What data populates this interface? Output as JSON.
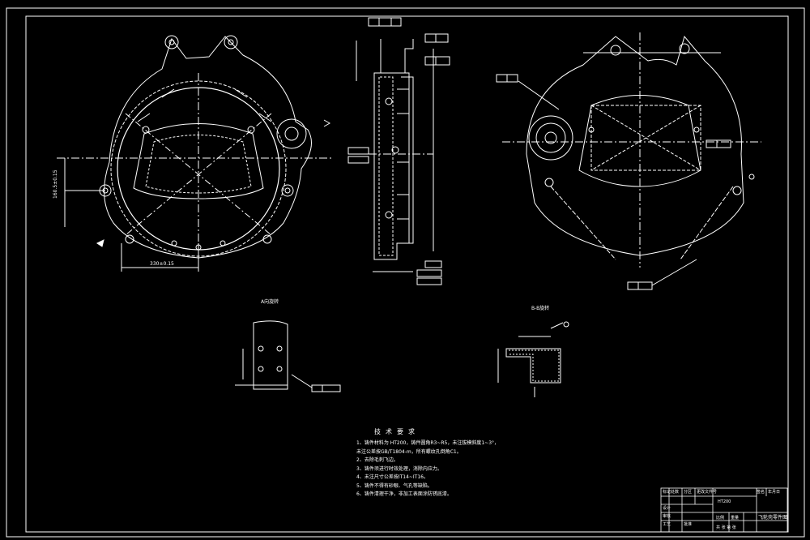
{
  "views": {
    "detail_a_title": "A向旋转",
    "detail_b_title": "B-B旋转",
    "front_dim_width": "330±0.15",
    "front_dim_height": "160.5±0.15"
  },
  "technical_requirements": {
    "title": "技术要求",
    "notes": [
      "1、铸件材料为 HT200，铸件圆角R3~R5，未注拔模斜度1~3°，",
      "   未注公差按GB/T1804-m，所有螺纹孔倒角C1。",
      "2、去除毛刺飞边。",
      "3、铸件须进行时效处理，消除内应力。",
      "4、未注尺寸公差按IT14~IT16。",
      "5、铸件不得有砂眼、气孔等缺陷。",
      "6、铸件清理干净，非加工表面涂防锈底漆。"
    ]
  },
  "title_block": {
    "material": "HT200",
    "part_name": "飞轮壳零件图",
    "headers": [
      "标记",
      "处数",
      "分区",
      "更改文件号",
      "签名",
      "年月日"
    ],
    "rows": [
      "设计",
      "审核",
      "工艺",
      "批准"
    ],
    "scale_label": "比例",
    "weight_label": "重量",
    "sheet_label": "共 张 第 张"
  }
}
